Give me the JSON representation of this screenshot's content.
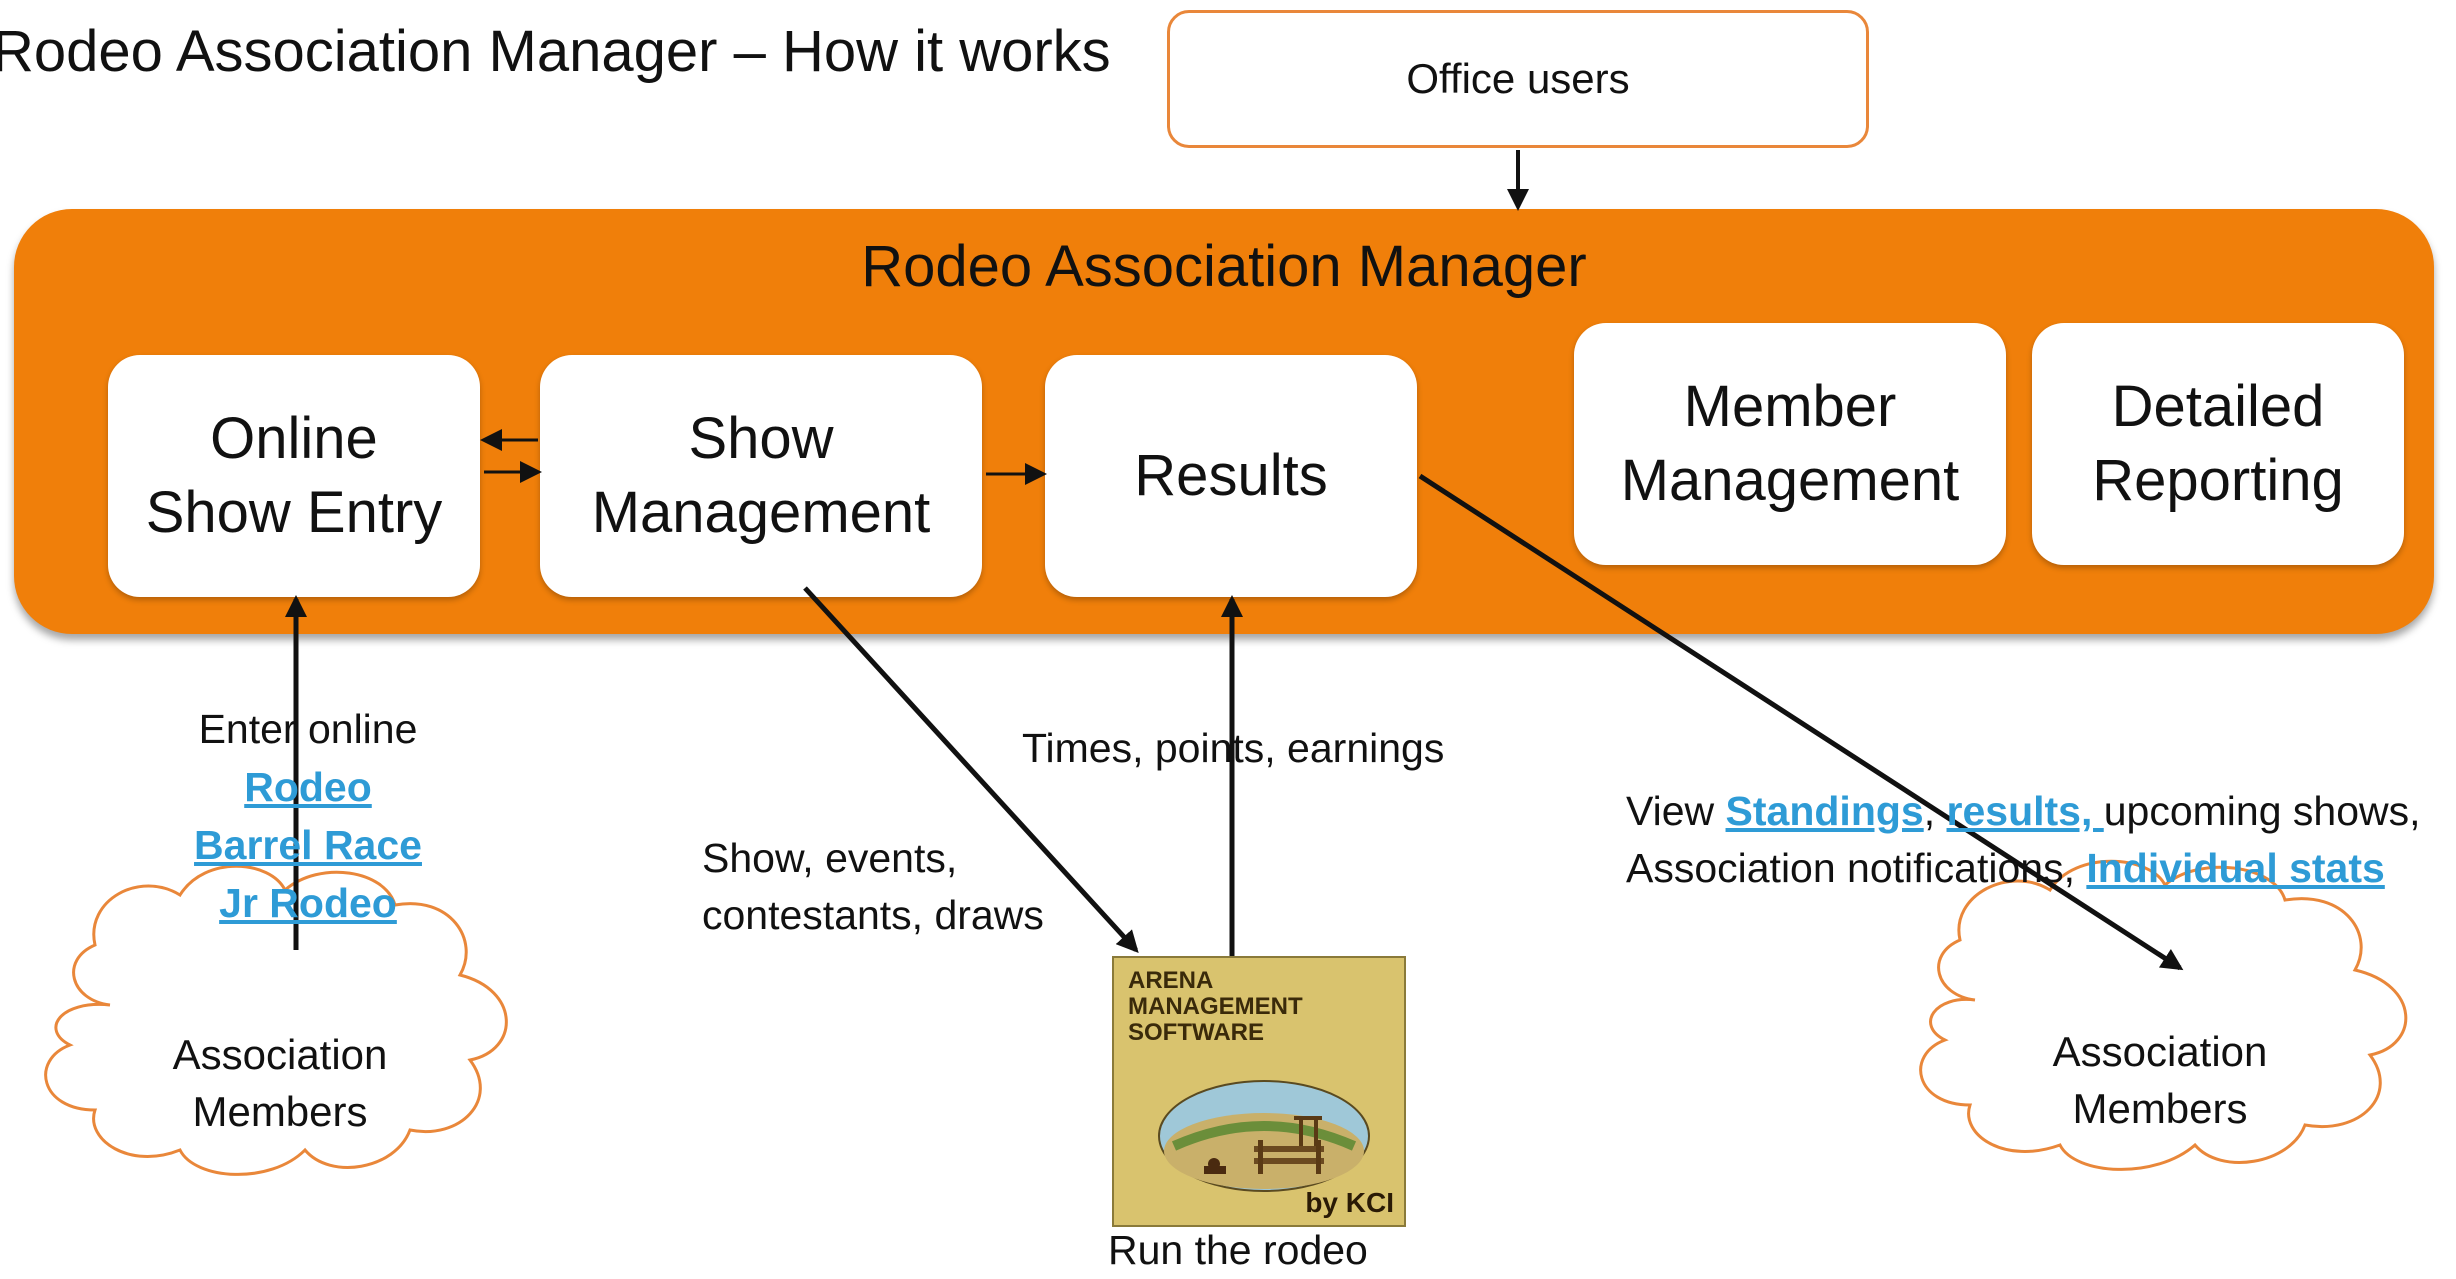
{
  "page": {
    "title": "Rodeo Association Manager – How it works"
  },
  "office_users": {
    "label": "Office users"
  },
  "manager": {
    "title": "Rodeo Association Manager",
    "modules": {
      "online_show_entry": {
        "line1": "Online",
        "line2": "Show Entry"
      },
      "show_management": {
        "line1": "Show",
        "line2": "Management"
      },
      "results": {
        "line1": "Results"
      },
      "member_management": {
        "line1": "Member",
        "line2": "Management"
      },
      "detailed_reporting": {
        "line1": "Detailed",
        "line2": "Reporting"
      }
    }
  },
  "enter_online": {
    "label": "Enter online",
    "links": [
      "Rodeo",
      "Barrel Race",
      "Jr Rodeo"
    ]
  },
  "times_points": {
    "label": "Times, points, earnings"
  },
  "show_events": {
    "line1": "Show, events,",
    "line2": "contestants, draws"
  },
  "view_block": {
    "prefix": "View ",
    "standings": "Standings",
    "comma": ", ",
    "results": "results, ",
    "upcoming": "upcoming shows,",
    "notifications": "Association notifications, ",
    "individual_stats": "Individual stats"
  },
  "arena_logo": {
    "text": "ARENA\nMANAGEMENT\nSOFTWARE",
    "by": "by KCI"
  },
  "run_rodeo": {
    "label": "Run the rodeo"
  },
  "cloud_left": {
    "line1": "Association",
    "line2": "Members"
  },
  "cloud_right": {
    "line1": "Association",
    "line2": "Members"
  },
  "colors": {
    "panel_orange": "#F07F0A",
    "border_orange": "#E9873A",
    "link_blue": "#2E9BD6",
    "arrow": "#111111"
  }
}
